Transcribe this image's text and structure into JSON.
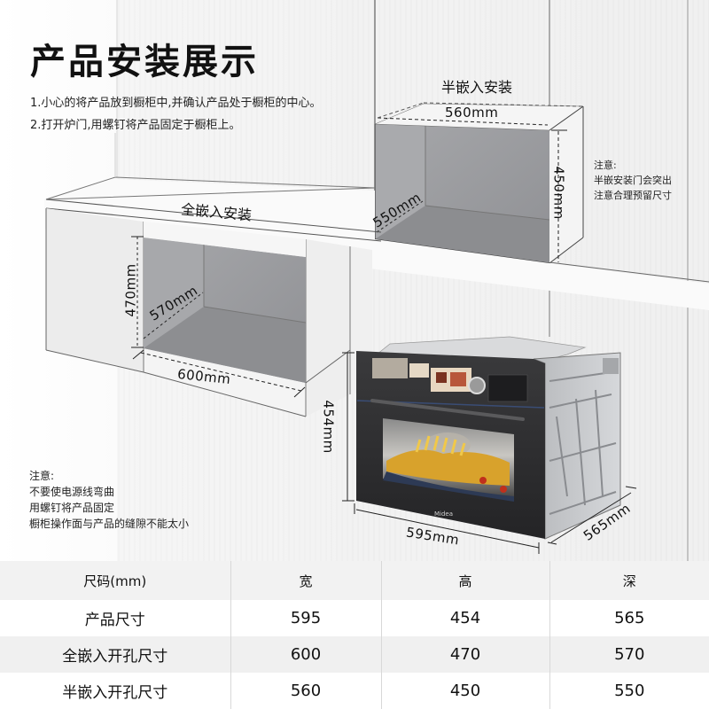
{
  "header": {
    "title": "产品安装展示",
    "steps": [
      "1.小心的将产品放到橱柜中,并确认产品处于橱柜的中心。",
      "2.打开炉门,用螺钉将产品固定于橱柜上。"
    ]
  },
  "full_embed": {
    "title": "全嵌入安装",
    "width": "600mm",
    "height": "470mm",
    "depth": "570mm"
  },
  "half_embed": {
    "title": "半嵌入安装",
    "width": "560mm",
    "height": "450mm",
    "depth": "550mm",
    "note": [
      "注意:",
      "半嵌安装门会突出",
      "注意合理预留尺寸"
    ]
  },
  "product": {
    "brand": "Midea",
    "width": "595mm",
    "height": "454mm",
    "depth": "565mm"
  },
  "caution_note": [
    "注意:",
    "不要使电源线弯曲",
    "用螺钉将产品固定",
    "橱柜操作面与产品的缝隙不能太小"
  ],
  "specs_table": {
    "headers": [
      "尺码(mm)",
      "宽",
      "高",
      "深"
    ],
    "rows": [
      {
        "label": "产品尺寸",
        "w": "595",
        "h": "454",
        "d": "565"
      },
      {
        "label": "全嵌入开孔尺寸",
        "w": "600",
        "h": "470",
        "d": "570"
      },
      {
        "label": "半嵌入开孔尺寸",
        "w": "560",
        "h": "450",
        "d": "550"
      }
    ]
  },
  "colors": {
    "cavity_gray": "#9a9b9e",
    "cabinet_white": "#f1f1f1",
    "oven_body": "#2c2c2e",
    "table_header_bg": "#f2f2f2"
  }
}
